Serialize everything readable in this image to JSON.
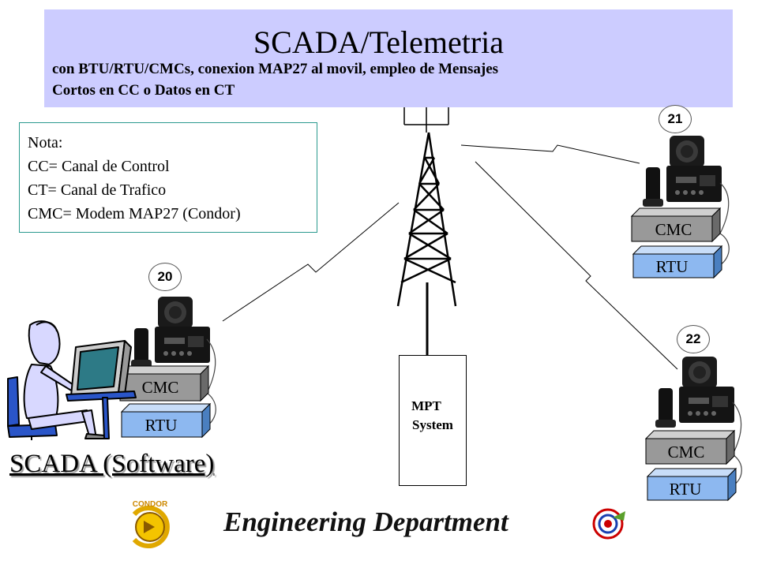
{
  "header": {
    "title": "SCADA/Telemetria",
    "subtitle_line1": "con BTU/RTU/CMCs, conexion MAP27 al movil, empleo de Mensajes",
    "subtitle_line2": "Cortos en CC o Datos en CT",
    "background": "#ccccff"
  },
  "note": {
    "lines": [
      "Nota:",
      "CC= Canal de Control",
      "CT= Canal de Trafico",
      "CMC= Modem MAP27 (Condor)"
    ]
  },
  "nodes": [
    {
      "id": "20",
      "cmc_label": "CMC",
      "rtu_label": "RTU"
    },
    {
      "id": "21",
      "cmc_label": "CMC",
      "rtu_label": "RTU"
    },
    {
      "id": "22",
      "cmc_label": "CMC",
      "rtu_label": "RTU"
    }
  ],
  "mpt": {
    "line1": "MPT",
    "line2": "System"
  },
  "scada_label": "SCADA (Software)",
  "footer": {
    "department": "Engineering Department",
    "left_logo_text": "CONDOR"
  },
  "colors": {
    "cmc_box": "#999999",
    "rtu_box": "#8db8f0",
    "header": "#ccccff",
    "note_border": "#2b9a8f"
  }
}
